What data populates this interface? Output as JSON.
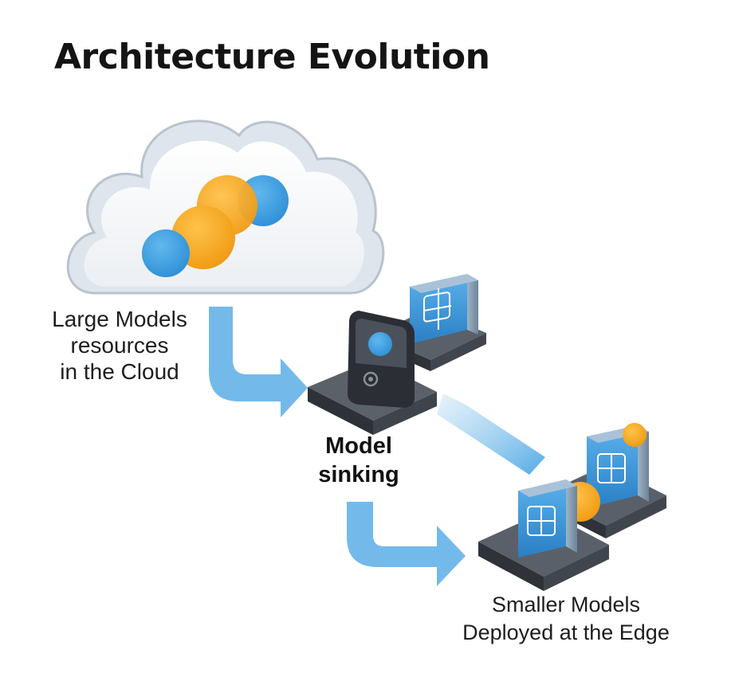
{
  "title": "Architecture Evolution",
  "cloud_label": [
    "Large Models",
    "resources",
    "in the Cloud"
  ],
  "sinking_label": [
    "Model",
    "sinking"
  ],
  "edge_label": [
    "Smaller Models",
    "Deployed at the Edge"
  ],
  "colors": {
    "blue": "#3d9de0",
    "orange": "#f5a623",
    "arrow": "#5aaee8",
    "platform": "#3c4047",
    "cloud_fill": "#f4f6f9",
    "cloud_stroke": "#b9c3cf"
  },
  "icons": [
    "cloud-icon",
    "chip-icon",
    "phone-device-icon",
    "arrow-icon"
  ]
}
